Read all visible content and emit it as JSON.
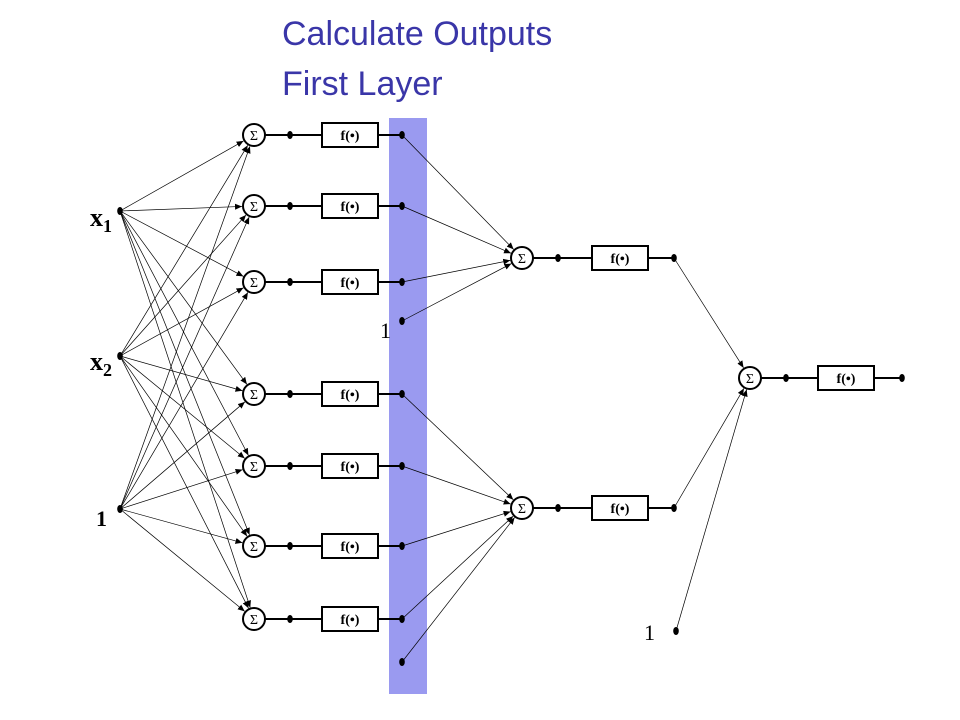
{
  "slide": {
    "title_line1": "Calculate Outputs",
    "title_line2": "First Layer"
  },
  "inputs": {
    "x1": {
      "var": "x",
      "sub": "1"
    },
    "x2": {
      "var": "x",
      "sub": "2"
    },
    "bias": "1"
  },
  "node": {
    "sum_symbol": "Σ",
    "activation_label": "f(•)"
  },
  "hidden_bias": "1",
  "output_bias": "1",
  "colors": {
    "title": "#3a36a8",
    "highlight_band": "#9a9af0",
    "lines": "#000000"
  }
}
